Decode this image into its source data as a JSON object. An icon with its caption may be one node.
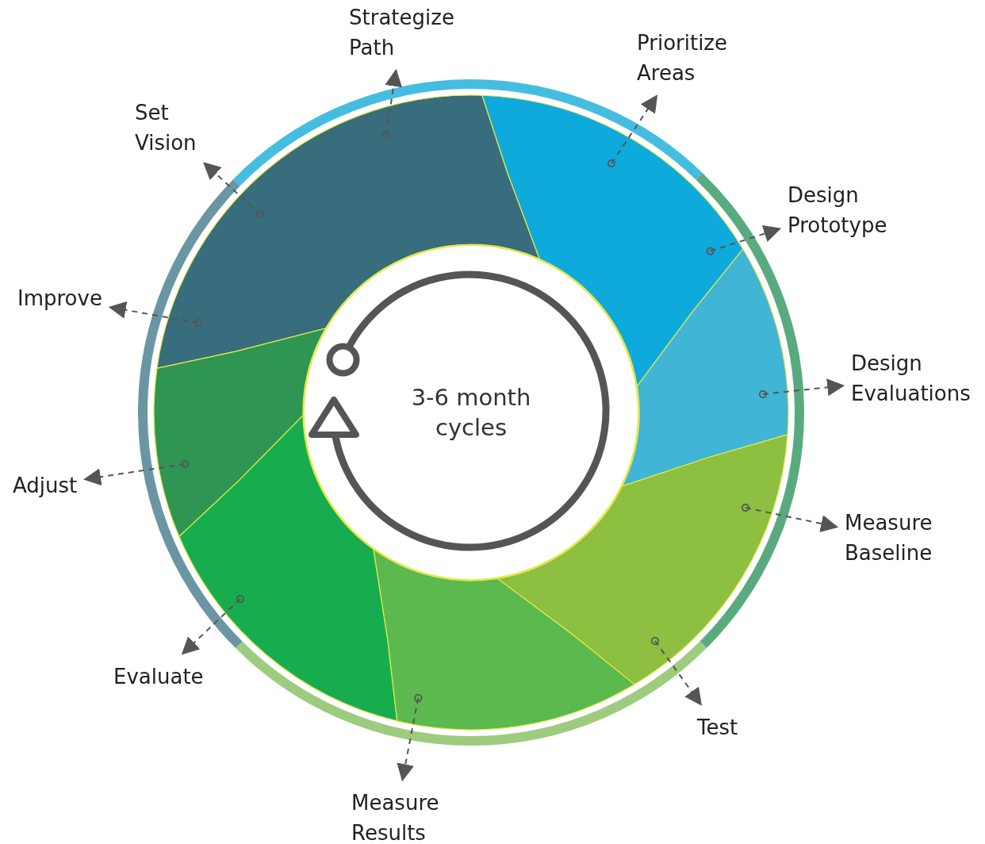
{
  "diagram": {
    "nodes": [
      {
        "text": [
          "Strategize Path"
        ]
      },
      {
        "text": [
          "Prioritize Areas"
        ]
      },
      {
        "text": [
          "Design Prototype"
        ]
      },
      {
        "text": [
          "Design Evaluations"
        ]
      },
      {
        "text": [
          "Measure Baseline"
        ]
      },
      {
        "text": [
          "Test"
        ]
      },
      {
        "text": [
          "Measure Results"
        ]
      },
      {
        "text": [
          "Evaluate"
        ]
      },
      {
        "text": [
          "Adjust"
        ]
      },
      {
        "text": [
          "Improve"
        ]
      },
      {
        "text": [
          "Set Vision"
        ]
      },
      {
        "text": [
          "3-6 month cycles"
        ]
      },
      {
        "text": [],
        "shape": "chevron"
      },
      {
        "text": [],
        "shape": "chevron"
      },
      {
        "text": [],
        "shape": "chevron"
      },
      {
        "text": [],
        "shape": "chevron"
      },
      {
        "text": [],
        "shape": "chevron"
      },
      {
        "text": [],
        "shape": "chevron"
      },
      {
        "text": [],
        "shape": "chevron"
      }
    ],
    "edges": [
      {
        "from": 12,
        "to": 0,
        "arrow": "to",
        "style": "dashed"
      },
      {
        "from": 13,
        "to": 1,
        "arrow": "to",
        "style": "dashed"
      },
      {
        "from": 13,
        "to": 2,
        "arrow": "to",
        "style": "dashed"
      },
      {
        "from": 14,
        "to": 3,
        "arrow": "to",
        "style": "dashed"
      },
      {
        "from": 15,
        "to": 4,
        "arrow": "to",
        "style": "dashed"
      },
      {
        "from": 15,
        "to": 5,
        "arrow": "to",
        "style": "dashed"
      },
      {
        "from": 16,
        "to": 6,
        "arrow": "to",
        "style": "dashed"
      },
      {
        "from": 17,
        "to": 7,
        "arrow": "to",
        "style": "dashed"
      },
      {
        "from": 18,
        "to": 8,
        "arrow": "to",
        "style": "dashed"
      },
      {
        "from": 12,
        "to": 9,
        "arrow": "to",
        "style": "dashed"
      },
      {
        "from": 12,
        "to": 10,
        "arrow": "to",
        "style": "dashed"
      },
      {
        "from": 11,
        "to": 11,
        "arrow": "to",
        "style": "thick"
      }
    ]
  }
}
